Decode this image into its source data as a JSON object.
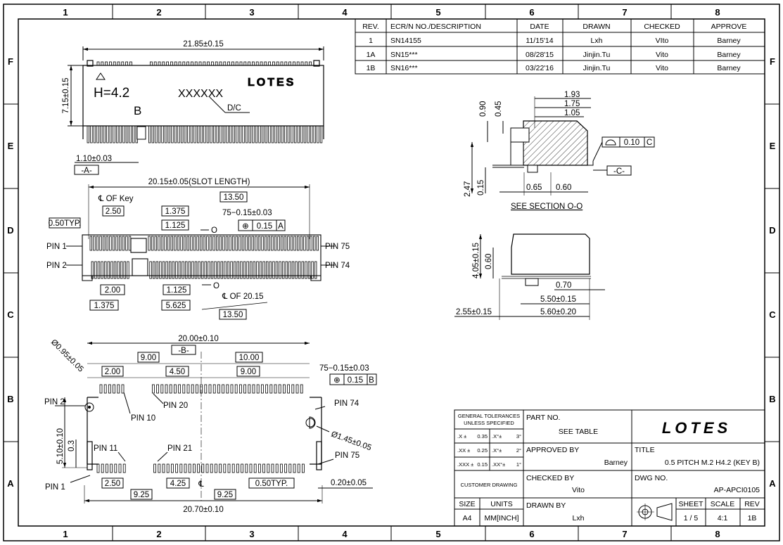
{
  "grid": {
    "columns": [
      "1",
      "2",
      "3",
      "4",
      "5",
      "6",
      "7",
      "8"
    ],
    "rows": [
      "F",
      "E",
      "D",
      "C",
      "B",
      "A"
    ]
  },
  "revision_table": {
    "headers": [
      "REV.",
      "ECR/N NO./DESCRIPTION",
      "DATE",
      "DRAWN",
      "CHECKED",
      "APPROVE"
    ],
    "rows": [
      [
        "1",
        "SN14155",
        "11/15'14",
        "Lxh",
        "VIto",
        "Barney"
      ],
      [
        "1A",
        "SN15***",
        "08/28'15",
        "Jinjin.Tu",
        "Vito",
        "Barney"
      ],
      [
        "1B",
        "SN16***",
        "03/22'16",
        "Jinjin.Tu",
        "Vito",
        "Barney"
      ]
    ]
  },
  "top_view": {
    "overall_width": "21.85±0.15",
    "height": "7.15±0.15",
    "h_marking": "H=4.2",
    "b_marking": "B",
    "code_marking": "XXXXXX",
    "dc_label": "D/C",
    "brand": "LOTES",
    "offset": "1.10±0.03",
    "datum_a": "-A-"
  },
  "mid_view": {
    "slot_length": "20.15±0.05(SLOT LENGTH)",
    "key_centerline": "℄ OF Key",
    "pitch_typ": "0.50TYP.",
    "d_2_50": "2.50",
    "d_1_375": "1.375",
    "d_1_125": "1.125",
    "d_13_50": "13.50",
    "d_pos_tol": "75−0.15±0.03",
    "fcf_symbol": "⊕",
    "fcf_value": "0.15",
    "fcf_datum": "A",
    "section_mark": "O",
    "pin1": "PIN 1",
    "pin2": "PIN 2",
    "pin75": "PIN 75",
    "pin74": "PIN 74",
    "b_2_00": "2.00",
    "b_1_125": "1.125",
    "b_section_mark": "O",
    "b_centerline": "℄ OF 20.15",
    "b_1_375": "1.375",
    "b_5_625": "5.625",
    "b_13_50": "13.50"
  },
  "section_view": {
    "d_1_93": "1.93",
    "d_1_75": "1.75",
    "d_1_05": "1.05",
    "d_0_90": "0.90",
    "d_0_45": "0.45",
    "flatness_value": "0.10",
    "flatness_datum": "C",
    "datum_c": "-C-",
    "d_2_47": "2.47",
    "d_0_15": "0.15",
    "d_0_65": "0.65",
    "d_0_60": "0.60",
    "title": "SEE SECTION O-O"
  },
  "side_view": {
    "d_4_05": "4.05±0.15",
    "d_0_60": "0.60",
    "d_0_70": "0.70",
    "d_5_50": "5.50±0.15",
    "d_5_60": "5.60±0.20",
    "d_2_55": "2.55±0.15"
  },
  "pcb_layout": {
    "overall_top": "20.00±0.10",
    "datum_b": "-B-",
    "hole_dia": "Ø0.95±0.05",
    "d_9_00_a": "9.00",
    "d_10_00": "10.00",
    "d_2_00": "2.00",
    "d_4_50": "4.50",
    "d_9_00_b": "9.00",
    "pos_tol": "75−0.15±0.03",
    "fcf_value": "0.15",
    "fcf_datum": "B",
    "pin2": "PIN 2",
    "pin20": "PIN 20",
    "pin74": "PIN 74",
    "pin10": "PIN 10",
    "pin11": "PIN 11",
    "pin21": "PIN 21",
    "pin75": "PIN 75",
    "pin1": "PIN 1",
    "hole2": "Ø1.45±0.05",
    "d_5_10": "5.10±0.10",
    "d_0_3": "0.3",
    "d_2_50": "2.50",
    "d_9_25_a": "9.25",
    "d_4_25": "4.25",
    "centerline": "℄",
    "d_9_25_b": "9.25",
    "pitch_typ": "0.50TYP.",
    "d_0_20": "0.20±0.05",
    "overall_bottom": "20.70±0.10"
  },
  "title_block": {
    "tol_title1": "GENERAL TOLERANCES",
    "tol_title2": "UNLESS SPECIFIED",
    "tol_rows": [
      [
        ".X ±",
        "0.35",
        ".X°±",
        "3°"
      ],
      [
        ".XX ±",
        "0.25",
        ".X°±",
        "2°"
      ],
      [
        ".XXX ±",
        "0.15",
        ".XX°±",
        "1°"
      ]
    ],
    "part_no_label": "PART NO.",
    "part_no_value": "SEE TABLE",
    "brand": "LOTES",
    "approved_label": "APPROVED BY",
    "approved_value": "Barney",
    "title_label": "TITLE",
    "title_value": "0.5 PITCH M.2 H4.2 (KEY B)",
    "customer_drawing": "CUSTOMER DRAWING",
    "checked_label": "CHECKED BY",
    "checked_value": "Vito",
    "dwg_label": "DWG NO.",
    "dwg_value": "AP-APCI0105",
    "size_label": "SIZE",
    "size_value": "A4",
    "units_label": "UNITS",
    "units_value": "MM[INCH]",
    "drawn_label": "DRAWN BY",
    "drawn_value": "Lxh",
    "sheet_label": "SHEET",
    "sheet_value": "1 / 5",
    "scale_label": "SCALE",
    "scale_value": "4:1",
    "rev_label": "REV",
    "rev_value": "1B"
  }
}
